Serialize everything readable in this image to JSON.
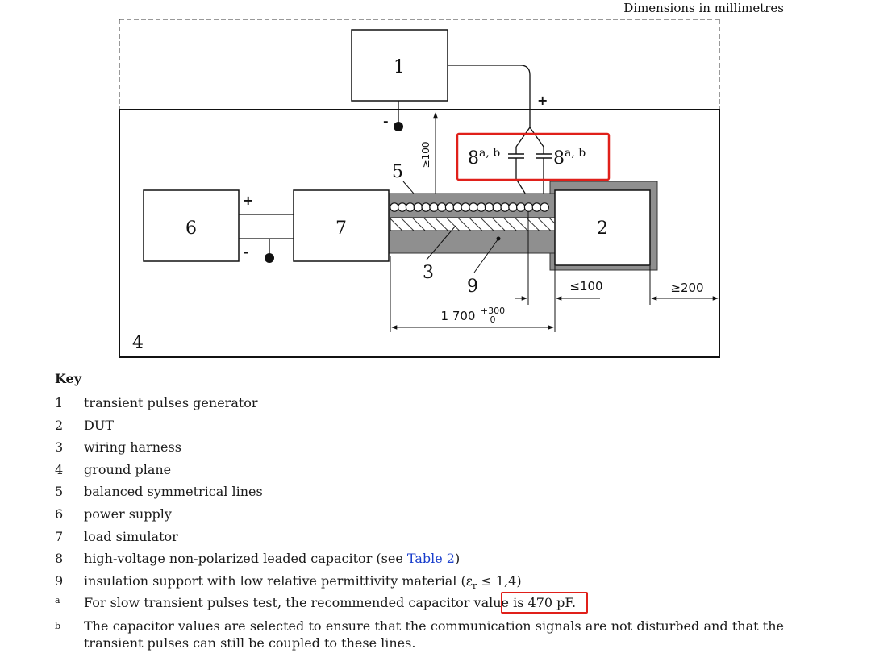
{
  "header": {
    "dimensions_note": "Dimensions in millimetres"
  },
  "figure": {
    "labels": {
      "n1": "1",
      "n2": "2",
      "n3": "3",
      "n4": "4",
      "n5": "5",
      "n6": "6",
      "n7": "7",
      "n8a": "8",
      "n8b": "8",
      "n8_sup": "a, b",
      "n9": "9",
      "plus_gen": "+",
      "minus_gen": "-",
      "plus_ps": "+",
      "minus_ps": "-"
    },
    "dimensions": {
      "height_min": "≥100",
      "length": "1 700",
      "length_tol_upper": "+300",
      "length_tol_lower": "0",
      "dut_distance_max": "≤100",
      "edge_distance_min": "≥200"
    },
    "highlight_color": "#e0201a"
  },
  "key": {
    "title": "Key",
    "items": [
      {
        "num": "1",
        "text": "transient pulses generator"
      },
      {
        "num": "2",
        "text": "DUT"
      },
      {
        "num": "3",
        "text": "wiring harness"
      },
      {
        "num": "4",
        "text": "ground plane"
      },
      {
        "num": "5",
        "text": "balanced symmetrical lines"
      },
      {
        "num": "6",
        "text": "power supply"
      },
      {
        "num": "7",
        "text": "load simulator"
      },
      {
        "num": "8",
        "text_before": "high-voltage non-polarized leaded capacitor (see ",
        "link": "Table 2",
        "text_after": ")"
      },
      {
        "num": "9",
        "text_before": "insulation support with low relative permittivity material (ε",
        "sub": "r",
        "text_after": " ≤ 1,4)"
      }
    ],
    "notes": [
      {
        "mark": "a",
        "text": "For slow transient pulses test, the recommended capacitor value is 470 pF."
      },
      {
        "mark": "b",
        "text": "The capacitor values are selected to ensure that the communication signals are not disturbed and that the transient pulses can still be coupled to these lines."
      }
    ]
  }
}
